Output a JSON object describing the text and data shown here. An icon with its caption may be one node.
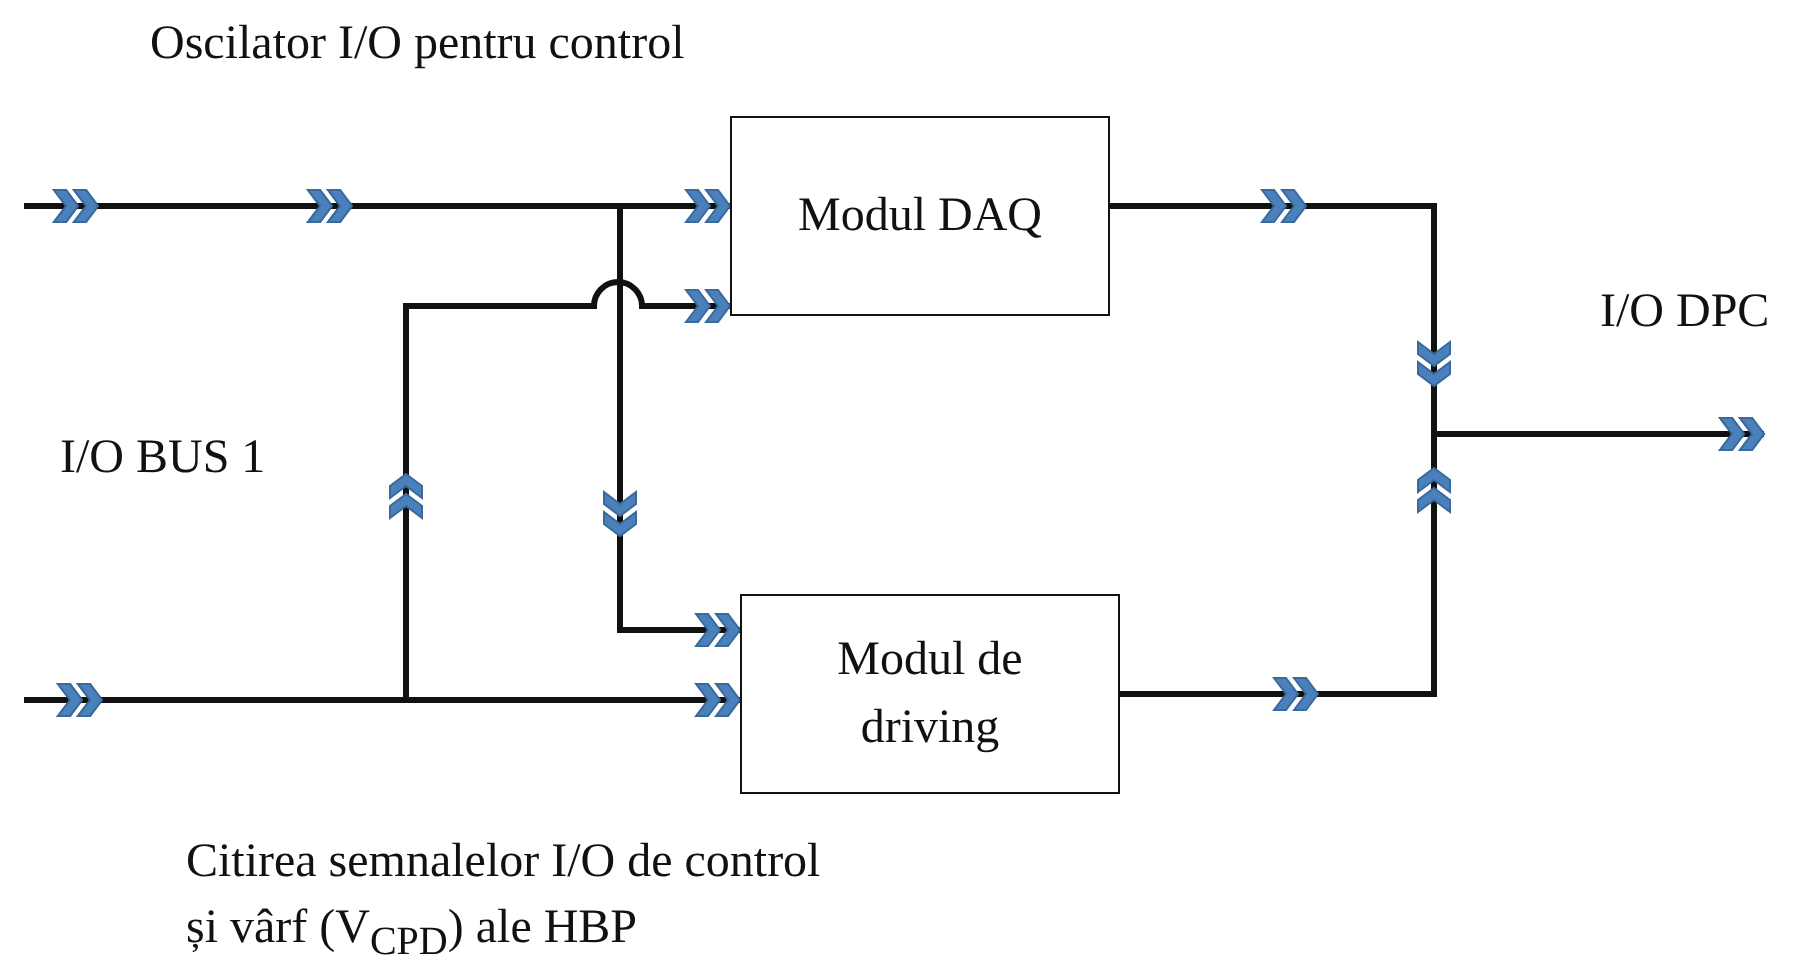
{
  "diagram": {
    "nodes": [
      {
        "text": [
          "Modul DAQ"
        ]
      },
      {
        "text": [
          "Modul de driving"
        ]
      }
    ],
    "edges": [
      {
        "from": null,
        "to": 0,
        "arrow": "to"
      },
      {
        "from": null,
        "to": 1,
        "arrow": "to"
      },
      {
        "from": null,
        "to": 1,
        "arrow": "to"
      },
      {
        "from": null,
        "to": 0,
        "arrow": "to"
      },
      {
        "from": 0,
        "to": null,
        "arrow": "to"
      },
      {
        "from": 1,
        "to": null,
        "arrow": "to"
      }
    ],
    "labels": [
      "Oscilator I/O pentru control",
      "I/O DPC",
      "I/O BUS 1",
      "Citirea semnalelor I/O de control și vârf (V$_{CPD}$) ale HBP"
    ]
  }
}
